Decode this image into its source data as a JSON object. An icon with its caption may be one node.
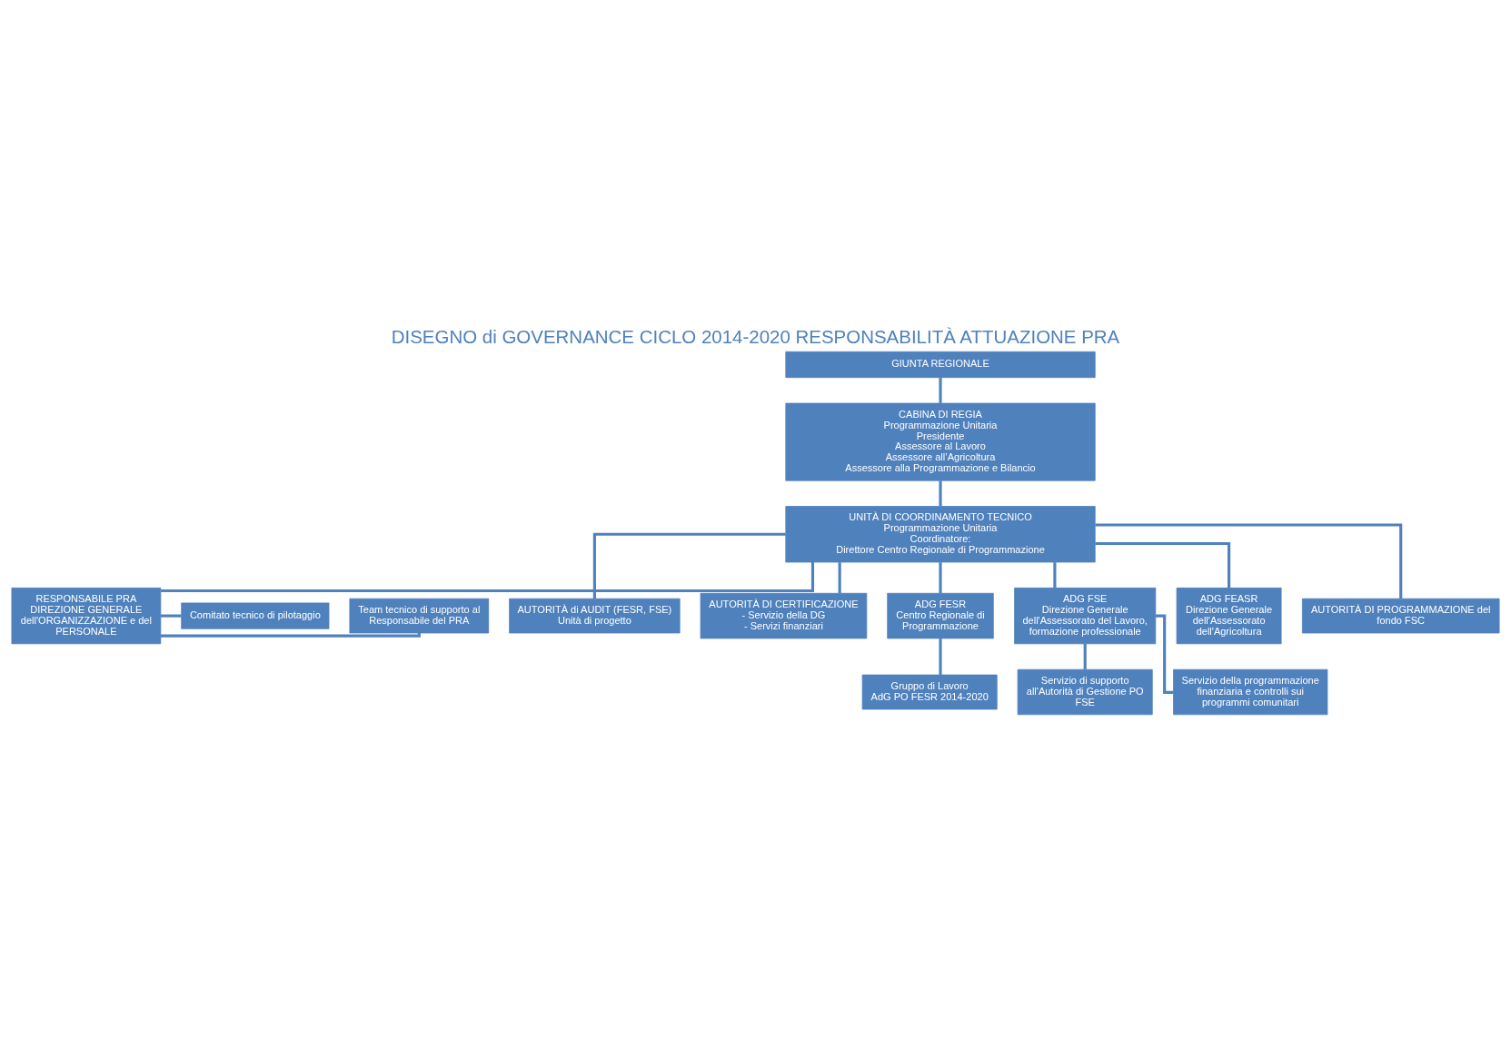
{
  "diagram": {
    "title": "DISEGNO di GOVERNANCE CICLO 2014-2020 RESPONSABILITÀ ATTUAZIONE PRA",
    "nodes": [
      {
        "text": [
          "GIUNTA REGIONALE"
        ]
      },
      {
        "text": [
          "CABINA DI REGIA",
          "Programmazione Unitaria",
          "Presidente",
          "Assessore al Lavoro",
          "Assessore all’Agricoltura",
          "Assessore alla Programmazione e Bilancio"
        ]
      },
      {
        "text": [
          "UNITÀ DI COORDINAMENTO TECNICO",
          "Programmazione Unitaria",
          "Coordinatore:",
          "Direttore Centro Regionale di Programmazione"
        ]
      },
      {
        "text": [
          "Team tecnico di supporto al Responsabile del PRA"
        ]
      },
      {
        "text": [
          "RESPONSABILE PRA",
          "DIREZIONE GENERALE dell'ORGANIZZAZIONE e del PERSONALE"
        ]
      },
      {
        "text": [
          "AUTORITÀ di AUDIT (FESR, FSE)",
          "Unità di progetto"
        ]
      },
      {
        "text": [
          "AUTORITÀ DI CERTIFICAZIONE",
          "- Servizio della DG",
          "- Servizi finanziari"
        ]
      },
      {
        "text": [
          "Comitato tecnico di pilotaggio"
        ]
      },
      {
        "text": [
          "ADG FESR",
          "Centro Regionale di Programmazione"
        ]
      },
      {
        "text": [
          "ADG FSE",
          "Direzione Generale dell'Assessorato del Lavoro, formazione professionale"
        ]
      },
      {
        "text": [
          "ADG FEASR",
          "Direzione Generale dell'Assessorato dell'Agricoltura"
        ]
      },
      {
        "text": [
          "AUTORITÀ DI PROGRAMMAZIONE del fondo FSC"
        ]
      },
      {
        "text": [
          "Gruppo di Lavoro",
          "AdG PO FESR 2014-2020"
        ]
      },
      {
        "text": [
          "Servizio di supporto all'Autorità di Gestione PO FSE"
        ]
      },
      {
        "text": [
          "Servizio della programmazione finanziaria e controlli sui programmi comunitari"
        ]
      }
    ],
    "edges": [
      {
        "from": 0,
        "to": 1,
        "arrow": "none"
      },
      {
        "from": 1,
        "to": 2,
        "arrow": "none"
      },
      {
        "from": 2,
        "to": 4,
        "arrow": "none"
      },
      {
        "from": 2,
        "to": 5,
        "arrow": "none"
      },
      {
        "from": 2,
        "to": 6,
        "arrow": "none"
      },
      {
        "from": 2,
        "to": 8,
        "arrow": "none"
      },
      {
        "from": 2,
        "to": 9,
        "arrow": "none"
      },
      {
        "from": 2,
        "to": 10,
        "arrow": "none"
      },
      {
        "from": 2,
        "to": 11,
        "arrow": "none"
      },
      {
        "from": 4,
        "to": 3,
        "arrow": "none"
      },
      {
        "from": 4,
        "to": 7,
        "arrow": "none"
      },
      {
        "from": 8,
        "to": 12,
        "arrow": "none"
      },
      {
        "from": 9,
        "to": 13,
        "arrow": "none"
      },
      {
        "from": 9,
        "to": 14,
        "arrow": "none"
      }
    ]
  }
}
